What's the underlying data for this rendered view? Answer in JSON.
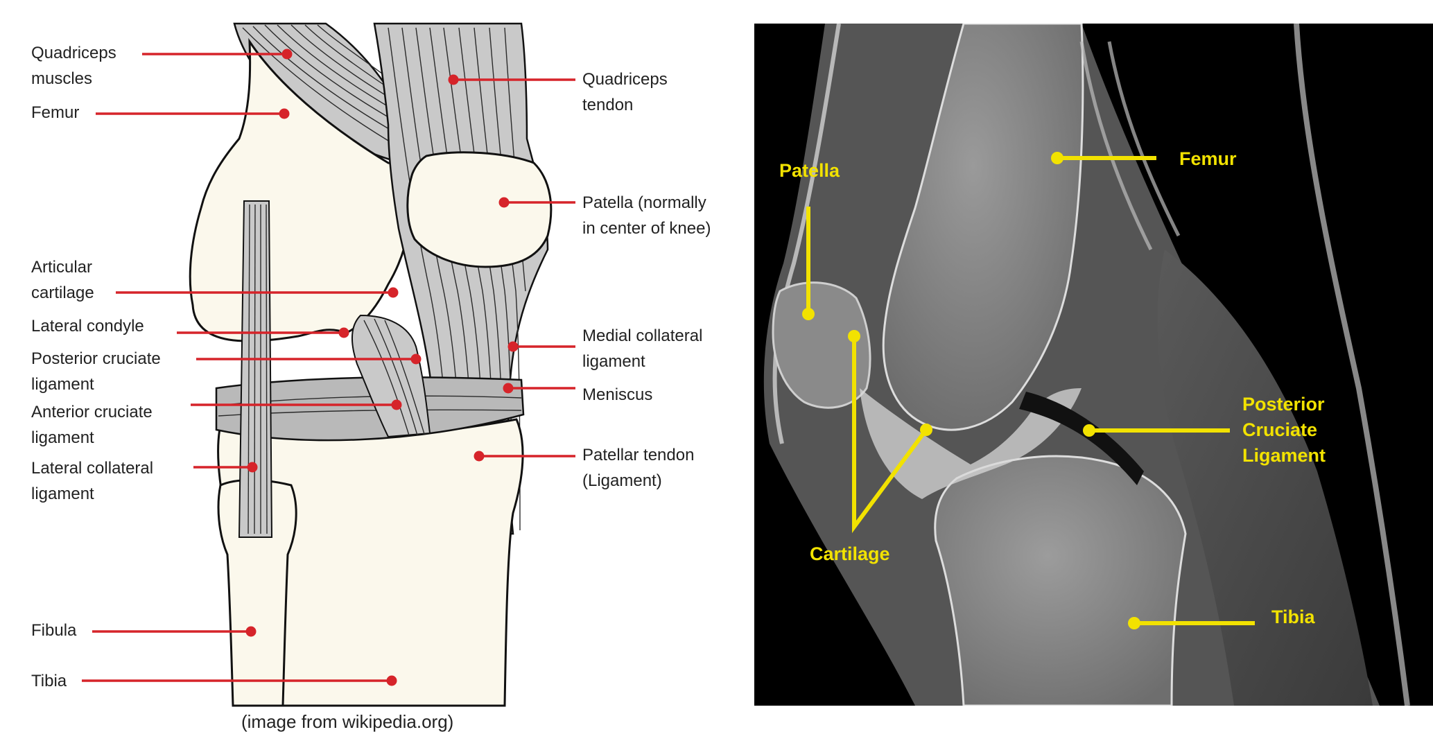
{
  "diagram": {
    "credit": "(image from wikipedia.org)",
    "colors": {
      "pointer": "#d6242a",
      "bone": "#fbf8ec",
      "tissue": "#c9c9c9",
      "outline": "#111111",
      "text": "#222222"
    },
    "labels_left": [
      {
        "id": "quadriceps-muscles",
        "lines": [
          "Quadriceps",
          "muscles"
        ]
      },
      {
        "id": "femur",
        "lines": [
          "Femur"
        ]
      },
      {
        "id": "articular-cartilage",
        "lines": [
          "Articular",
          "cartilage"
        ]
      },
      {
        "id": "lateral-condyle",
        "lines": [
          "Lateral condyle"
        ]
      },
      {
        "id": "posterior-cruciate-ligament",
        "lines": [
          "Posterior cruciate",
          "ligament"
        ]
      },
      {
        "id": "anterior-cruciate-ligament",
        "lines": [
          "Anterior cruciate",
          "ligament"
        ]
      },
      {
        "id": "lateral-collateral-ligament",
        "lines": [
          "Lateral collateral",
          "ligament"
        ]
      },
      {
        "id": "fibula",
        "lines": [
          "Fibula"
        ]
      },
      {
        "id": "tibia",
        "lines": [
          "Tibia"
        ]
      }
    ],
    "labels_right": [
      {
        "id": "quadriceps-tendon",
        "lines": [
          "Quadriceps",
          "tendon"
        ]
      },
      {
        "id": "patella",
        "lines": [
          "Patella (normally",
          "in center of knee)"
        ]
      },
      {
        "id": "medial-collateral-ligament",
        "lines": [
          "Medial collateral",
          "ligament"
        ]
      },
      {
        "id": "meniscus",
        "lines": [
          "Meniscus"
        ]
      },
      {
        "id": "patellar-tendon",
        "lines": [
          "Patellar tendon",
          "(Ligament)"
        ]
      }
    ]
  },
  "mri": {
    "colors": {
      "label": "#f2e200",
      "background": "#000000"
    },
    "labels": [
      {
        "id": "patella",
        "lines": [
          "Patella"
        ]
      },
      {
        "id": "femur",
        "lines": [
          "Femur"
        ]
      },
      {
        "id": "posterior-cruciate-ligament",
        "lines": [
          "Posterior",
          "Cruciate",
          "Ligament"
        ]
      },
      {
        "id": "cartilage",
        "lines": [
          "Cartilage"
        ]
      },
      {
        "id": "tibia",
        "lines": [
          "Tibia"
        ]
      }
    ]
  }
}
